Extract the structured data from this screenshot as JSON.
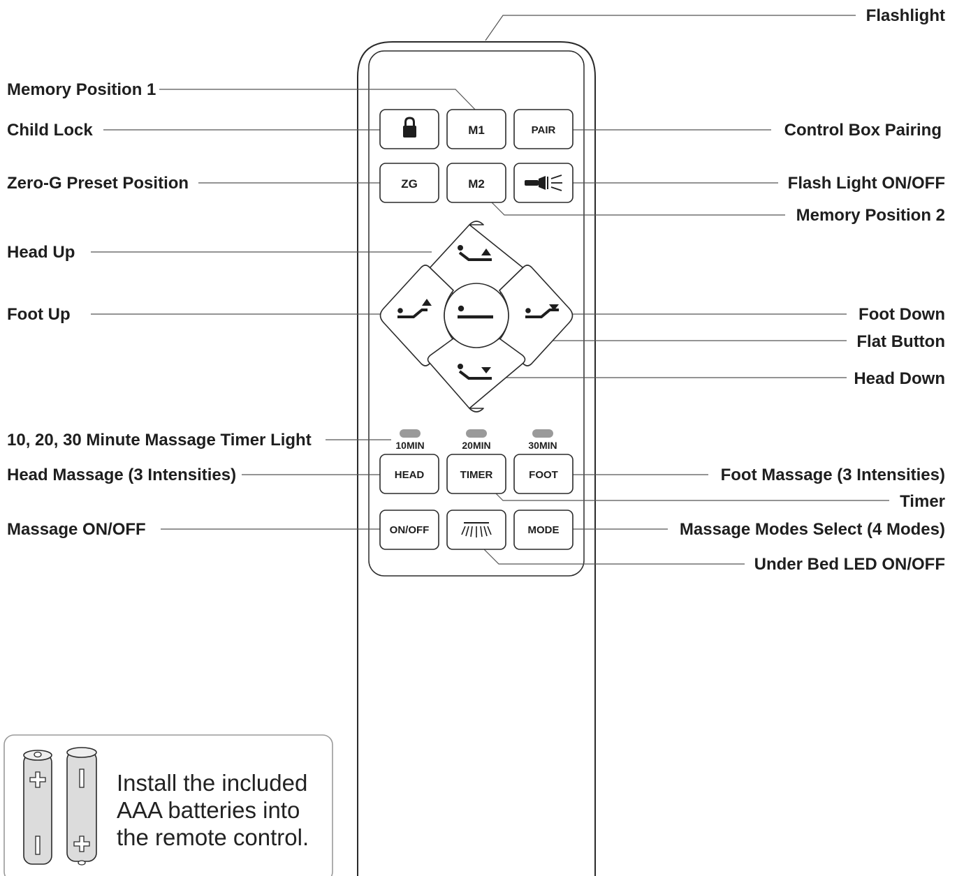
{
  "callouts": {
    "flashlight": "Flashlight",
    "memory_position_1": "Memory Position 1",
    "child_lock": "Child Lock",
    "control_box_pairing": "Control Box Pairing",
    "zero_g_preset": "Zero-G Preset Position",
    "flash_light_on_off": "Flash Light ON/OFF",
    "memory_position_2": "Memory Position 2",
    "head_up": "Head Up",
    "foot_up": "Foot Up",
    "foot_down": "Foot Down",
    "flat_button": "Flat Button",
    "head_down": "Head Down",
    "massage_timer_light": "10, 20, 30 Minute Massage Timer Light",
    "head_massage": "Head Massage (3 Intensities)",
    "foot_massage": "Foot Massage (3 Intensities)",
    "timer": "Timer",
    "massage_on_off": "Massage ON/OFF",
    "massage_modes": "Massage Modes Select (4 Modes)",
    "under_bed_led": "Under Bed LED ON/OFF"
  },
  "buttons": {
    "m1": "M1",
    "pair": "PAIR",
    "zg": "ZG",
    "m2": "M2",
    "head": "HEAD",
    "timer": "TIMER",
    "foot": "FOOT",
    "on_off": "ON/OFF",
    "mode": "MODE"
  },
  "timer_lights": [
    "10MIN",
    "20MIN",
    "30MIN"
  ],
  "battery_note": {
    "line1": "Install the included",
    "line2": "AAA batteries into",
    "line3": "the remote control."
  },
  "icons": {
    "lock": "lock-icon",
    "flashlight": "flashlight-icon",
    "head_up": "head-up-icon",
    "head_down": "head-down-icon",
    "foot_up": "foot-up-icon",
    "foot_down": "foot-down-icon",
    "flat": "flat-icon",
    "under_bed_led": "under-bed-light-icon",
    "battery": "aaa-battery-icon"
  },
  "colors": {
    "ink": "#1e1e1e",
    "leader": "#555555",
    "led": "#9a9a9a",
    "battery": "#dcdcdc"
  }
}
